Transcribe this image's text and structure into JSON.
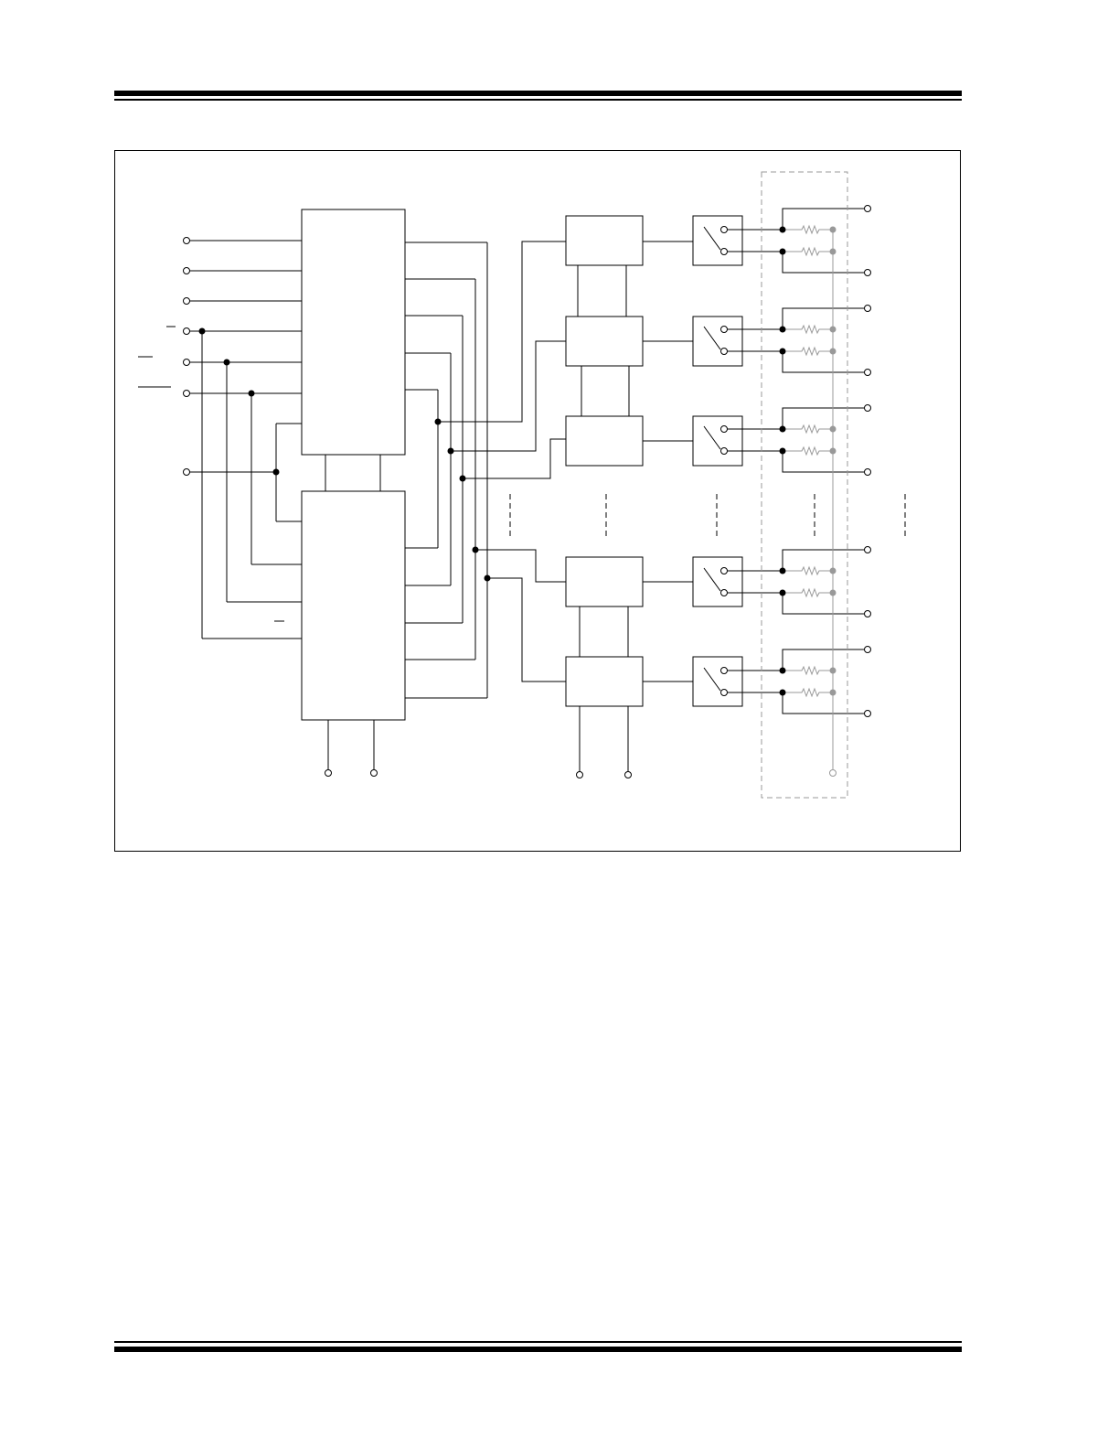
{
  "page": {
    "header_rule": "",
    "footer_rule": ""
  },
  "diagram": {
    "colors": {
      "line": "#000000",
      "shaded": "#999999",
      "dashed_box": "#aaaaaa",
      "background": "#ffffff"
    },
    "input_pins": 7,
    "output_pins_per_channel": 2,
    "channels_shown": 5,
    "bottom_pins": 5,
    "overbar_labels": [
      "",
      "",
      "",
      ""
    ]
  }
}
